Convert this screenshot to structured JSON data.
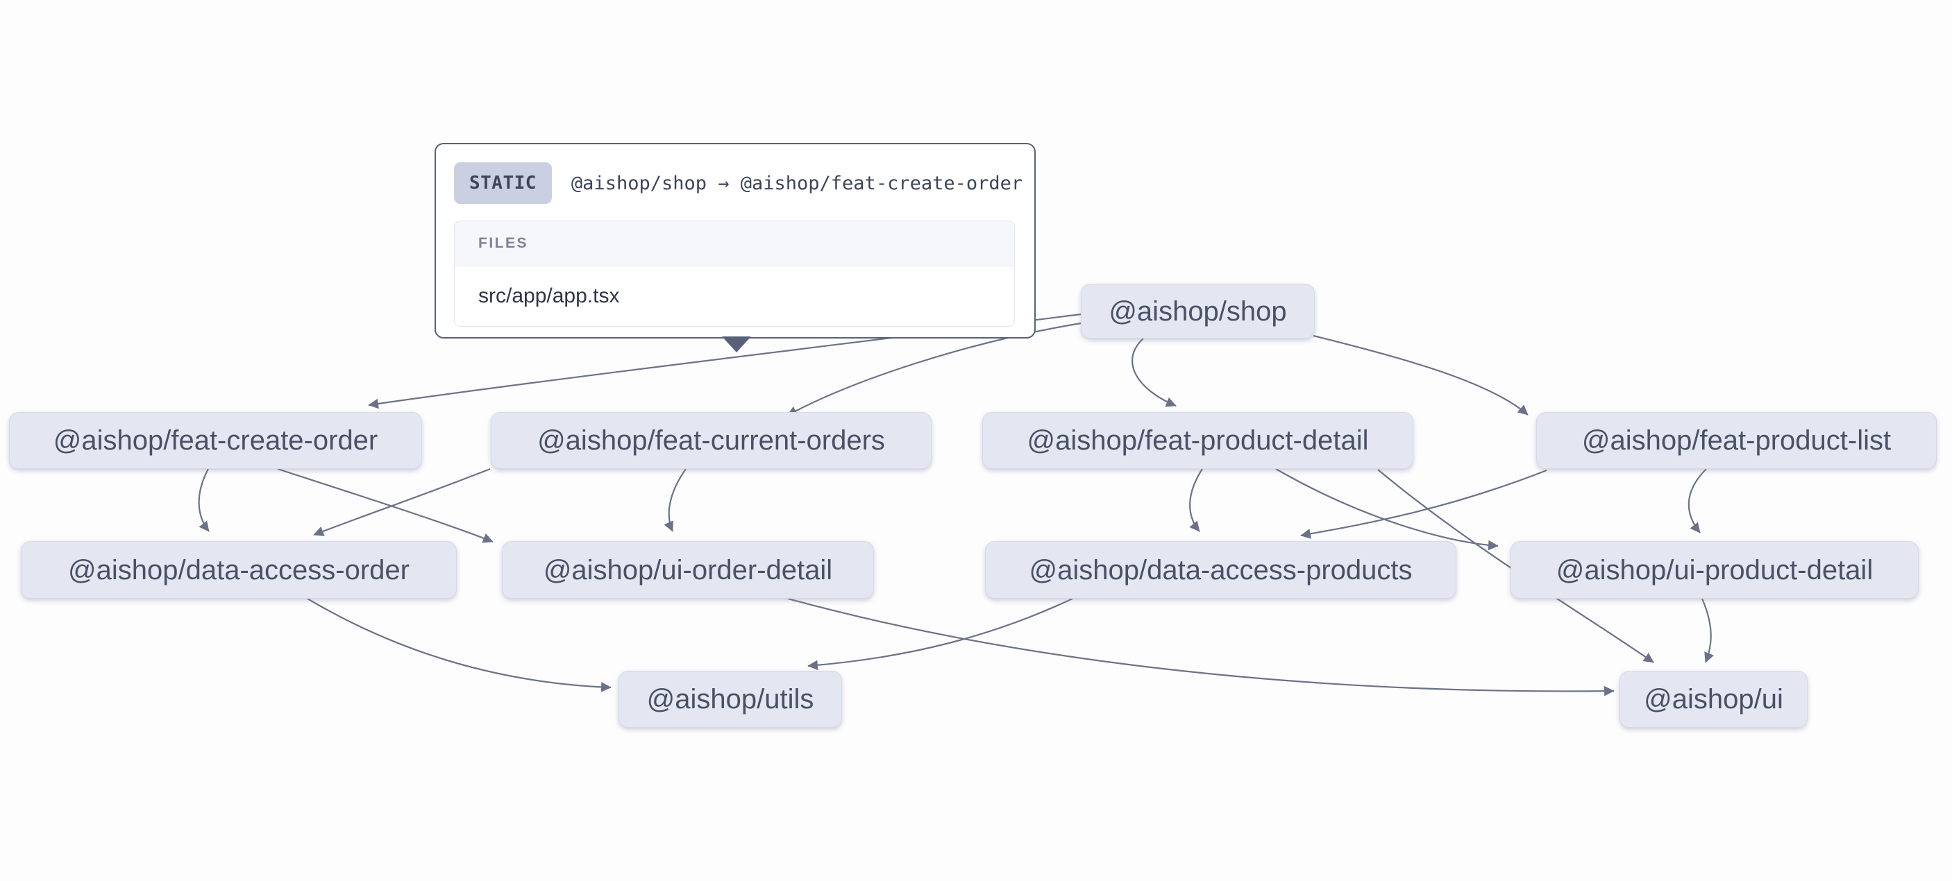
{
  "colors": {
    "canvas": "#fdfdfe",
    "node_bg": "#e4e7f1",
    "node_border": "#d6d9e6",
    "node_text": "#4a5166",
    "edge": "#6b7288",
    "tooltip_border": "#596179",
    "badge_bg": "#cad0e1",
    "badge_text": "#3d445a",
    "files_header_bg": "#f6f7fb",
    "files_header_text": "#7c8398",
    "file_text": "#2e3547"
  },
  "tooltip": {
    "type_label": "STATIC",
    "edge_label": "@aishop/shop → @aishop/feat-create-order",
    "files_header": "FILES",
    "files": [
      "src/app/app.tsx"
    ]
  },
  "graph": {
    "nodes": {
      "shop": {
        "label": "@aishop/shop"
      },
      "feat_create_order": {
        "label": "@aishop/feat-create-order"
      },
      "feat_current_orders": {
        "label": "@aishop/feat-current-orders"
      },
      "feat_product_detail": {
        "label": "@aishop/feat-product-detail"
      },
      "feat_product_list": {
        "label": "@aishop/feat-product-list"
      },
      "data_access_order": {
        "label": "@aishop/data-access-order"
      },
      "ui_order_detail": {
        "label": "@aishop/ui-order-detail"
      },
      "data_access_products": {
        "label": "@aishop/data-access-products"
      },
      "ui_product_detail": {
        "label": "@aishop/ui-product-detail"
      },
      "utils": {
        "label": "@aishop/utils"
      },
      "ui": {
        "label": "@aishop/ui"
      }
    },
    "edges": [
      {
        "source": "@aishop/shop",
        "target": "@aishop/feat-create-order",
        "type": "static",
        "state": "hovered-with-tooltip"
      },
      {
        "source": "@aishop/shop",
        "target": "@aishop/feat-current-orders"
      },
      {
        "source": "@aishop/shop",
        "target": "@aishop/feat-product-detail"
      },
      {
        "source": "@aishop/shop",
        "target": "@aishop/feat-product-list"
      },
      {
        "source": "@aishop/feat-create-order",
        "target": "@aishop/data-access-order"
      },
      {
        "source": "@aishop/feat-create-order",
        "target": "@aishop/ui-order-detail"
      },
      {
        "source": "@aishop/feat-current-orders",
        "target": "@aishop/data-access-order"
      },
      {
        "source": "@aishop/feat-current-orders",
        "target": "@aishop/ui-order-detail"
      },
      {
        "source": "@aishop/feat-product-detail",
        "target": "@aishop/data-access-products"
      },
      {
        "source": "@aishop/feat-product-detail",
        "target": "@aishop/ui-product-detail"
      },
      {
        "source": "@aishop/feat-product-detail",
        "target": "@aishop/ui"
      },
      {
        "source": "@aishop/feat-product-list",
        "target": "@aishop/data-access-products"
      },
      {
        "source": "@aishop/feat-product-list",
        "target": "@aishop/ui-product-detail"
      },
      {
        "source": "@aishop/data-access-order",
        "target": "@aishop/utils"
      },
      {
        "source": "@aishop/data-access-products",
        "target": "@aishop/utils"
      },
      {
        "source": "@aishop/ui-order-detail",
        "target": "@aishop/ui"
      },
      {
        "source": "@aishop/ui-product-detail",
        "target": "@aishop/ui"
      }
    ]
  }
}
